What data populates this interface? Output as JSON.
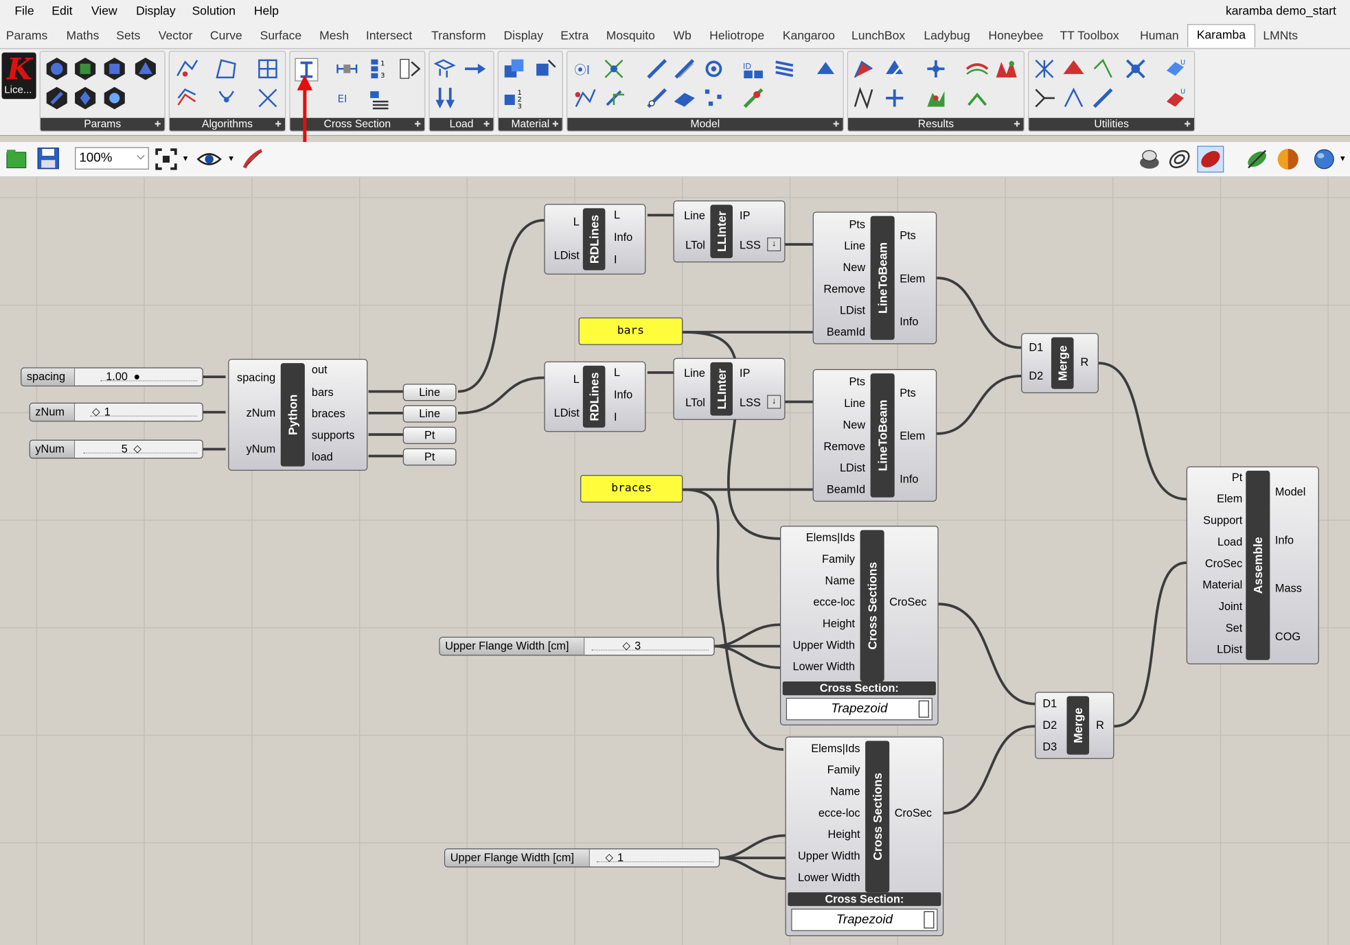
{
  "menu": [
    "File",
    "Edit",
    "View",
    "Display",
    "Solution",
    "Help"
  ],
  "app_title": "karamba demo_start",
  "tabs": [
    "Params",
    "Maths",
    "Sets",
    "Vector",
    "Curve",
    "Surface",
    "Mesh",
    "Intersect",
    "Transform",
    "Display",
    "Extra",
    "Mosquito",
    "Wb",
    "Heliotrope",
    "Kangaroo",
    "LunchBox",
    "Ladybug",
    "Honeybee",
    "TT Toolbox",
    "Human",
    "Karamba",
    "LMNts"
  ],
  "active_tab": "Karamba",
  "ribbon": {
    "license_label": "Lice...",
    "panels": [
      "Params",
      "Algorithms",
      "Cross Section",
      "Load",
      "Material",
      "Model",
      "Results",
      "Utilities"
    ]
  },
  "toolbar": {
    "zoom": "100%"
  },
  "colors": {
    "canvas": "#d4d0c8",
    "component_core": "#3a3a3a",
    "panel_yellow": "#fffc3c",
    "arrow": "#e01010"
  },
  "canvas": {
    "sliders": [
      {
        "name": "spacing",
        "value": "1.00"
      },
      {
        "name": "zNum",
        "value": "1"
      },
      {
        "name": "yNum",
        "value": "5"
      },
      {
        "name": "Upper Flange Width [cm]",
        "value": "3"
      },
      {
        "name": "Upper Flange Width [cm]",
        "value": "1"
      }
    ],
    "python": {
      "name": "Python",
      "inputs": [
        "spacing",
        "zNum",
        "yNum"
      ],
      "outputs": [
        "out",
        "bars",
        "braces",
        "supports",
        "load"
      ]
    },
    "params": [
      "Line",
      "Line",
      "Pt",
      "Pt"
    ],
    "rdlines": {
      "name": "RDLines",
      "inputs": [
        "L",
        "LDist"
      ],
      "outputs": [
        "L",
        "Info",
        "I"
      ]
    },
    "llinter": {
      "name": "LLInter",
      "inputs": [
        "Line",
        "LTol"
      ],
      "outputs": [
        "IP",
        "LSS"
      ]
    },
    "linetobeam": {
      "name": "LineToBeam",
      "inputs": [
        "Pts",
        "Line",
        "New",
        "Remove",
        "LDist",
        "BeamId"
      ],
      "outputs": [
        "Pts",
        "Elem",
        "Info"
      ]
    },
    "panels": [
      "bars",
      "braces"
    ],
    "merge2": {
      "name": "Merge",
      "inputs": [
        "D1",
        "D2"
      ],
      "outputs": [
        "R"
      ]
    },
    "merge3": {
      "name": "Merge",
      "inputs": [
        "D1",
        "D2",
        "D3"
      ],
      "outputs": [
        "R"
      ]
    },
    "crosssec": {
      "name": "Cross Sections",
      "inputs": [
        "Elems|Ids",
        "Family",
        "Name",
        "ecce-loc",
        "Height",
        "Upper Width",
        "Lower Width"
      ],
      "outputs": [
        "CroSec"
      ],
      "footer": "Cross Section:",
      "dropdown": "Trapezoid"
    },
    "assemble": {
      "name": "Assemble",
      "inputs": [
        "Pt",
        "Elem",
        "Support",
        "Load",
        "CroSec",
        "Material",
        "Joint",
        "Set",
        "LDist"
      ],
      "outputs": [
        "Model",
        "Info",
        "Mass",
        "COG"
      ]
    }
  }
}
